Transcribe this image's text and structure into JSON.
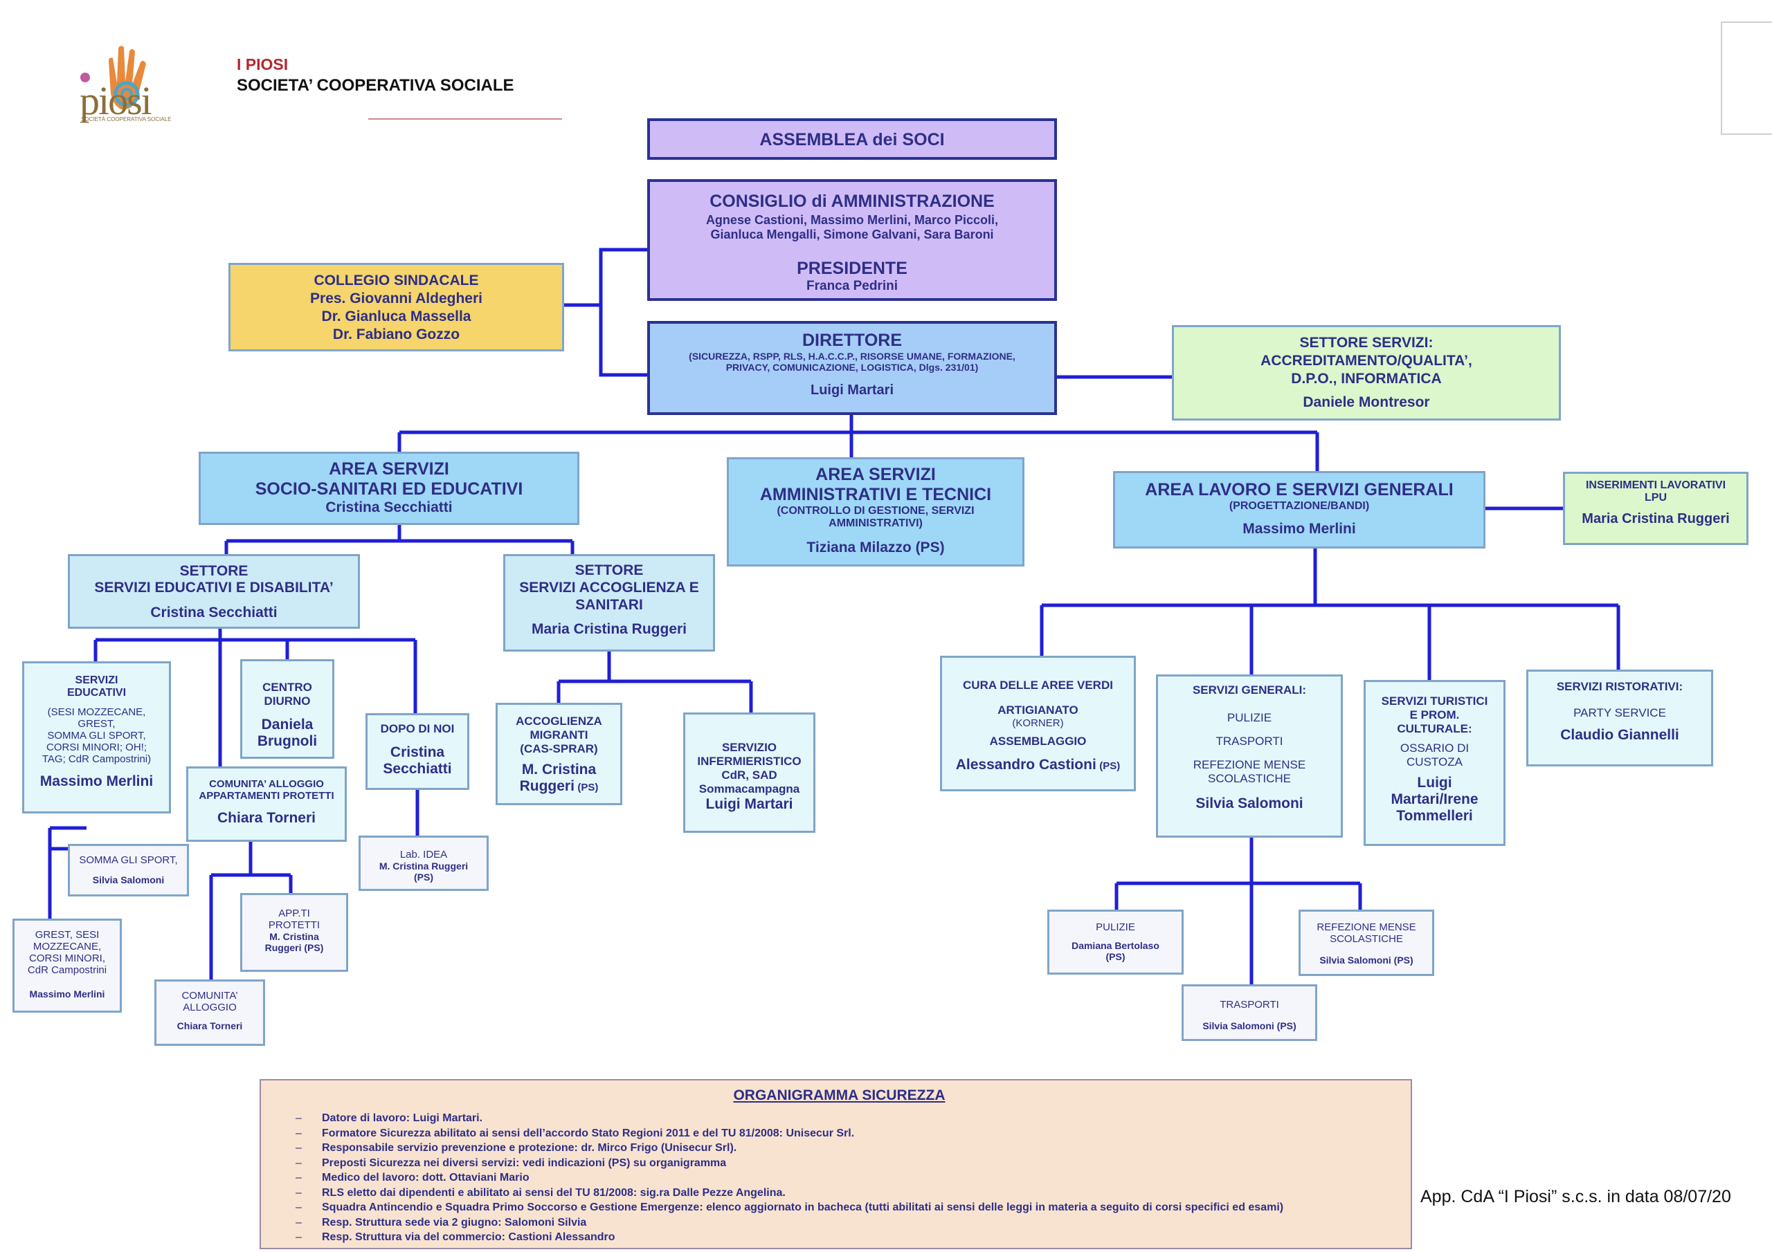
{
  "header": {
    "org_name": "I PIOSI",
    "org_type": "SOCIETA’ COOPERATIVA SOCIALE",
    "logo_text": "piosi",
    "logo_subtext": "SOCIETÀ COOPERATIVA SOCIALE"
  },
  "assemblea": {
    "title": "ASSEMBLEA dei SOCI"
  },
  "consiglio": {
    "title": "CONSIGLIO di AMMINISTRAZIONE",
    "members_line1": "Agnese Castioni, Massimo Merlini, Marco Piccoli,",
    "members_line2": "Gianluca Mengalli, Simone Galvani, Sara Baroni",
    "president_title": "PRESIDENTE",
    "president_name": "Franca Pedrini"
  },
  "collegio": {
    "title": "COLLEGIO SINDACALE",
    "line1": "Pres. Giovanni Aldegheri",
    "line2": "Dr. Gianluca Massella",
    "line3": "Dr. Fabiano Gozzo"
  },
  "direttore": {
    "title": "DIRETTORE",
    "desc1": "(SICUREZZA, RSPP, RLS, H.A.C.C.P., RISORSE UMANE, FORMAZIONE,",
    "desc2": "PRIVACY, COMUNICAZIONE, LOGISTICA, Dlgs. 231/01)",
    "name": "Luigi Martari"
  },
  "settore_servizi": {
    "line1": "SETTORE SERVIZI:",
    "line2": "ACCREDITAMENTO/QUALITA’,",
    "line3": "D.P.O., INFORMATICA",
    "name": "Daniele Montresor"
  },
  "area_socio": {
    "line1": "AREA SERVIZI",
    "line2": "SOCIO-SANITARI ED EDUCATIVI",
    "name": "Cristina Secchiatti"
  },
  "area_amm": {
    "line1": "AREA SERVIZI",
    "line2": "AMMINISTRATIVI E TECNICI",
    "desc1": "(CONTROLLO DI GESTIONE, SERVIZI",
    "desc2": "AMMINISTRATIVI)",
    "name": "Tiziana Milazzo (PS)"
  },
  "area_lavoro": {
    "title": "AREA LAVORO E SERVIZI GENERALI",
    "desc": "(PROGETTAZIONE/BANDI)",
    "name": "Massimo Merlini"
  },
  "inserimenti": {
    "line1": "INSERIMENTI LAVORATIVI",
    "line2": "LPU",
    "name": "Maria Cristina Ruggeri"
  },
  "settore_edu": {
    "line1": "SETTORE",
    "line2": "SERVIZI EDUCATIVI E DISABILITA’",
    "name": "Cristina Secchiatti"
  },
  "settore_acc": {
    "line1": "SETTORE",
    "line2": "SERVIZI ACCOGLIENZA E",
    "line3": "SANITARI",
    "name": "Maria Cristina Ruggeri"
  },
  "servizi_educativi": {
    "line1": "SERVIZI",
    "line2": "EDUCATIVI",
    "d1": "(SESI MOZZECANE,",
    "d2": "GREST,",
    "d3": "SOMMA GLI SPORT,",
    "d4": "CORSI MINORI; OH!;",
    "d5": "TAG; CdR Campostrini)",
    "name": "Massimo Merlini"
  },
  "centro_diurno": {
    "line1": "CENTRO",
    "line2": "DIURNO",
    "name1": "Daniela",
    "name2": "Brugnoli"
  },
  "dopo_di_noi": {
    "title": "DOPO DI NOI",
    "name1": "Cristina",
    "name2": "Secchiatti"
  },
  "comunita_alloggio": {
    "title": "COMUNITA’ ALLOGGIO",
    "line2": "APPARTAMENTI PROTETTI",
    "name": "Chiara Torneri"
  },
  "accoglienza": {
    "line1": "ACCOGLIENZA",
    "line2": "MIGRANTI",
    "line3": "(CAS-SPRAR)",
    "name1": "M. Cristina",
    "name2": "Ruggeri",
    "ps": "(PS)"
  },
  "infermieristico": {
    "line1": "SERVIZIO",
    "line2": "INFERMIERISTICO",
    "line3": "CdR, SAD",
    "line4": "Sommacampagna",
    "name": "Luigi Martari"
  },
  "somma_sport": {
    "title": "SOMMA GLI SPORT,",
    "name": "Silvia Salomoni"
  },
  "grest": {
    "l1": "GREST, SESI",
    "l2": "MOZZECANE,",
    "l3": "CORSI MINORI,",
    "l4": "CdR Campostrini",
    "name": "Massimo Merlini"
  },
  "lab_idea": {
    "title": "Lab. IDEA",
    "name": "M. Cristina Ruggeri",
    "ps": "(PS)"
  },
  "app_protetti": {
    "l1": "APP.TI",
    "l2": "PROTETTI",
    "l3": "M. Cristina",
    "l4": "Ruggeri (PS)"
  },
  "comunita_small": {
    "l1": "COMUNITA’",
    "l2": "ALLOGGIO",
    "name": "Chiara Torneri"
  },
  "aree_verdi": {
    "l1": "CURA DELLE AREE VERDI",
    "l2": "ARTIGIANATO",
    "l3": "(KORNER)",
    "l4": "ASSEMBLAGGIO",
    "name": "Alessandro Castioni",
    "ps": "(PS)"
  },
  "servizi_generali": {
    "title": "SERVIZI GENERALI:",
    "l1": "PULIZIE",
    "l2": "TRASPORTI",
    "l3": "REFEZIONE MENSE",
    "l4": "SCOLASTICHE",
    "name": "Silvia Salomoni"
  },
  "servizi_turistici": {
    "l1": "SERVIZI TURISTICI",
    "l2": "E PROM.",
    "l3": "CULTURALE:",
    "l4": "OSSARIO DI",
    "l5": "CUSTOZA",
    "name1": "Luigi",
    "name2": "Martari/Irene",
    "name3": "Tommelleri"
  },
  "servizi_ristorativi": {
    "title": "SERVIZI RISTORATIVI:",
    "l1": "PARTY SERVICE",
    "name": "Claudio Giannelli"
  },
  "pulizie": {
    "title": "PULIZIE",
    "name": "Damiana Bertolaso",
    "ps": "(PS)"
  },
  "refezione": {
    "l1": "REFEZIONE MENSE",
    "l2": "SCOLASTICHE",
    "name": "Silvia Salomoni (PS)"
  },
  "trasporti": {
    "title": "TRASPORTI",
    "name": "Silvia Salomoni (PS)"
  },
  "sicurezza": {
    "title": "ORGANIGRAMMA SICUREZZA",
    "bullet": "–",
    "items": [
      "Datore di lavoro: Luigi Martari.",
      "Formatore Sicurezza abilitato ai sensi dell’accordo Stato Regioni 2011 e del TU 81/2008: Unisecur Srl.",
      "Responsabile servizio prevenzione e protezione: dr. Mirco Frigo (Unisecur Srl).",
      "Preposti Sicurezza nei diversi servizi: vedi indicazioni (PS) su organigramma",
      "Medico del lavoro: dott. Ottaviani Mario",
      "RLS eletto dai dipendenti e abilitato ai sensi del TU 81/2008: sig.ra Dalle Pezze Angelina.",
      "Squadra Antincendio e Squadra Primo Soccorso e Gestione Emergenze: elenco aggiornato in bacheca (tutti abilitati ai sensi delle leggi in materia a seguito di corsi specifici ed esami)",
      "Resp. Struttura sede via 2 giugno: Salomoni Silvia",
      "Resp. Struttura via del commercio: Castioni Alessandro"
    ]
  },
  "footer": {
    "approval": "App. CdA “I Piosi” s.c.s. in data 08/07/20"
  },
  "colors": {
    "line": "#1f1fd6",
    "border_dark": "#2b3194",
    "text": "#2e2e86"
  }
}
